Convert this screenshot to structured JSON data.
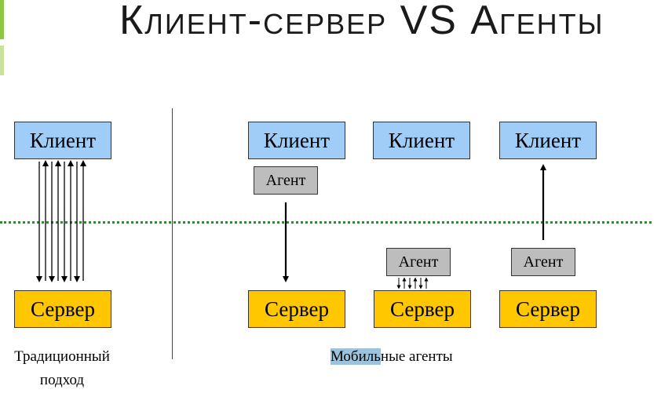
{
  "title": "Клиент-сервер VS Агенты",
  "labels": {
    "client": "Клиент",
    "server": "Сервер",
    "agent": "Агент"
  },
  "captions": {
    "traditional_line1": "Традиционный",
    "traditional_line2": "подход",
    "mobile_highlight": "Мобиль",
    "mobile_rest": "ные агенты"
  },
  "colors": {
    "client": "#9fcdf7",
    "server": "#ffc700",
    "agent": "#bdbdbd",
    "divider_line": "#2e8b2e"
  }
}
